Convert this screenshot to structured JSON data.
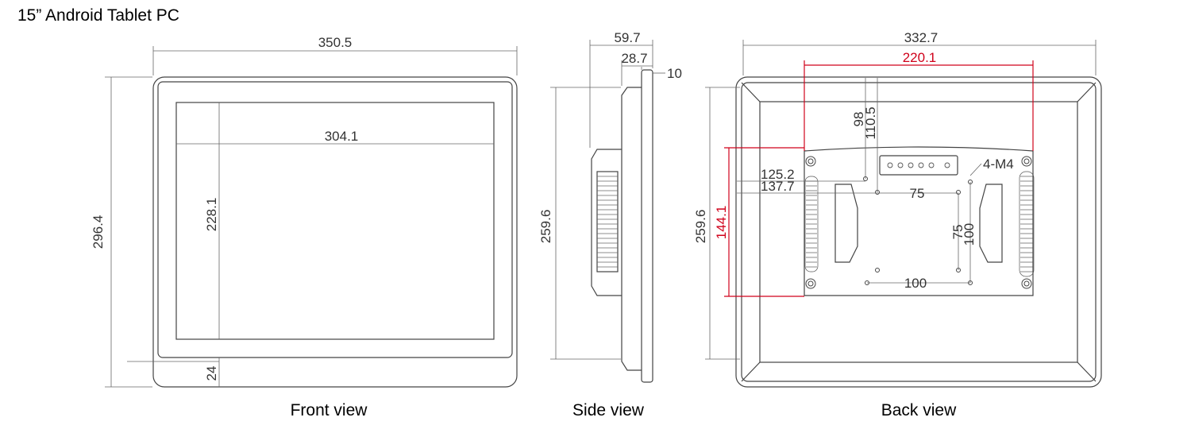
{
  "title": "15” Android Tablet PC",
  "views": {
    "front": "Front view",
    "side": "Side view",
    "back": "Back view"
  },
  "front_dims": {
    "width": "350.5",
    "height": "296.4",
    "screen_width": "304.1",
    "screen_height": "228.1",
    "bottom_bezel": "24"
  },
  "side_dims": {
    "depth": "59.7",
    "body_depth": "28.7",
    "panel": "10",
    "height": "259.6"
  },
  "back_dims": {
    "width": "332.7",
    "red_width": "220.1",
    "red_height": "144.1",
    "height": "259.6",
    "d98": "98",
    "d110": "110.5",
    "d125": "125.2",
    "d137": "137.7",
    "vesa_h": "75",
    "vesa_v": "75",
    "vesa_h100": "100",
    "vesa_v100": "100",
    "screws": "4-M4"
  },
  "colors": {
    "line": "#555555",
    "accent": "#d0021b"
  }
}
